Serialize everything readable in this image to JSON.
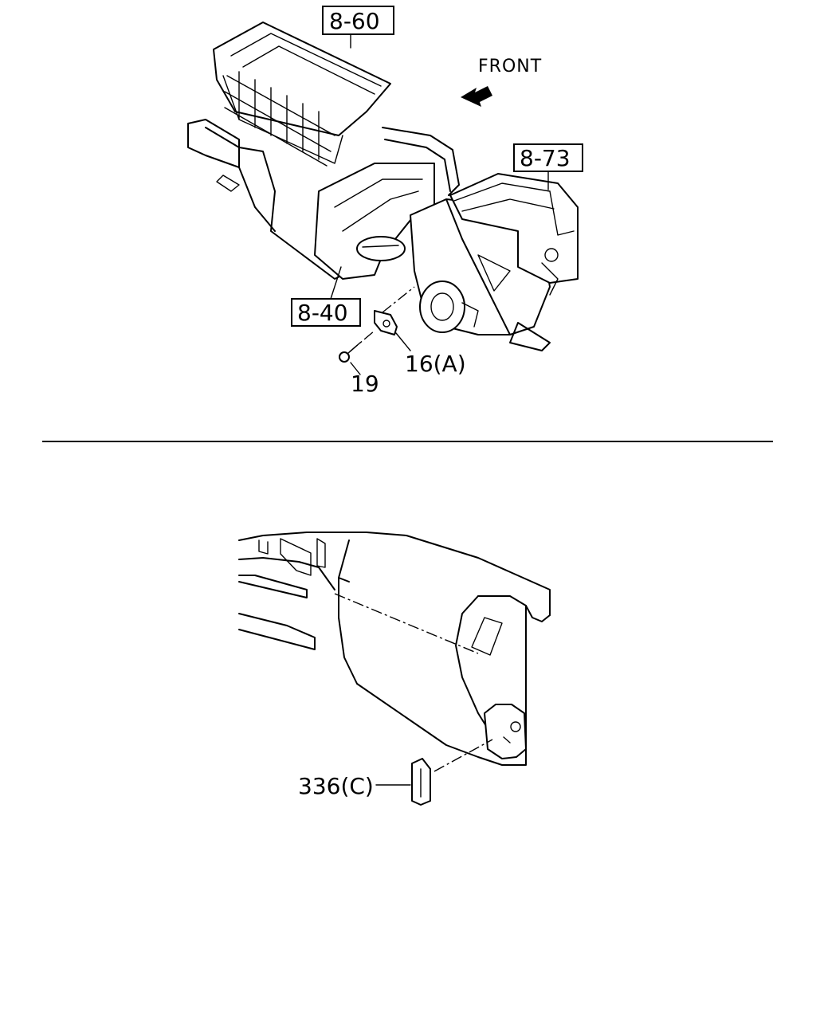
{
  "labels": {
    "ref_860": "8-60",
    "ref_873": "8-73",
    "ref_840": "8-40",
    "front": "FRONT",
    "part_16a": "16(A)",
    "part_19": "19",
    "part_336c": "336(C)"
  }
}
